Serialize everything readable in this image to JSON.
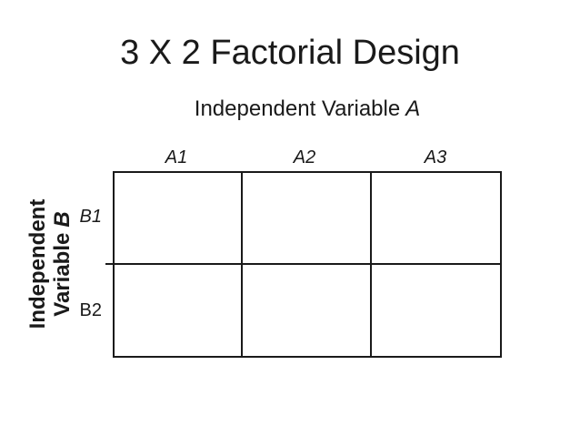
{
  "slide": {
    "title": "3 X 2 Factorial Design",
    "axis_a": {
      "prefix": "Independent Variable",
      "variable": "A"
    },
    "axis_b": {
      "line1": "Independent",
      "line2_prefix": "Variable",
      "variable": "B"
    },
    "design_grid": {
      "column_headers": [
        "A1",
        "A2",
        "A3"
      ],
      "row_headers": [
        "B1",
        "B2"
      ],
      "num_columns": 3,
      "num_rows": 2
    },
    "colors": {
      "text": "#1a1a1a",
      "grid_line": "#1a1a1a",
      "background": "#ffffff"
    }
  }
}
